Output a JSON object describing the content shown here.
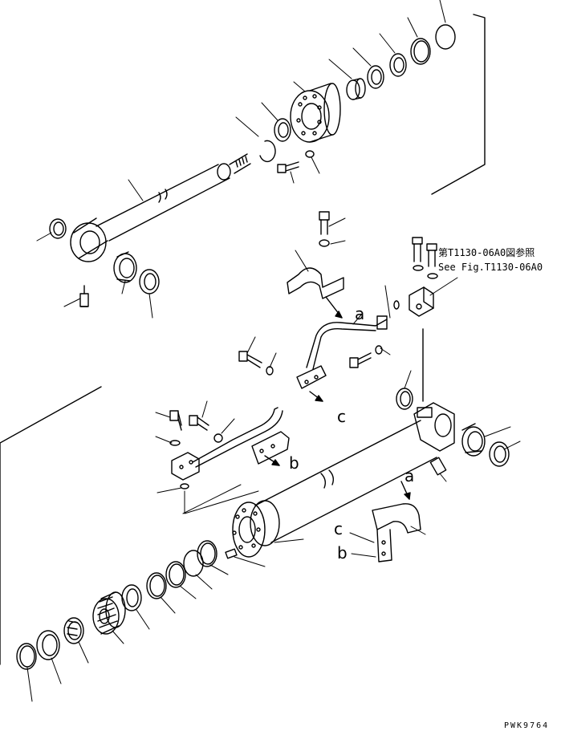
{
  "reference": {
    "japanese": "第T1130-06A0図参照",
    "english": "See Fig.T1130-06A0"
  },
  "view_letters": [
    "a",
    "b",
    "c"
  ],
  "drawing_code": "PWK9764"
}
